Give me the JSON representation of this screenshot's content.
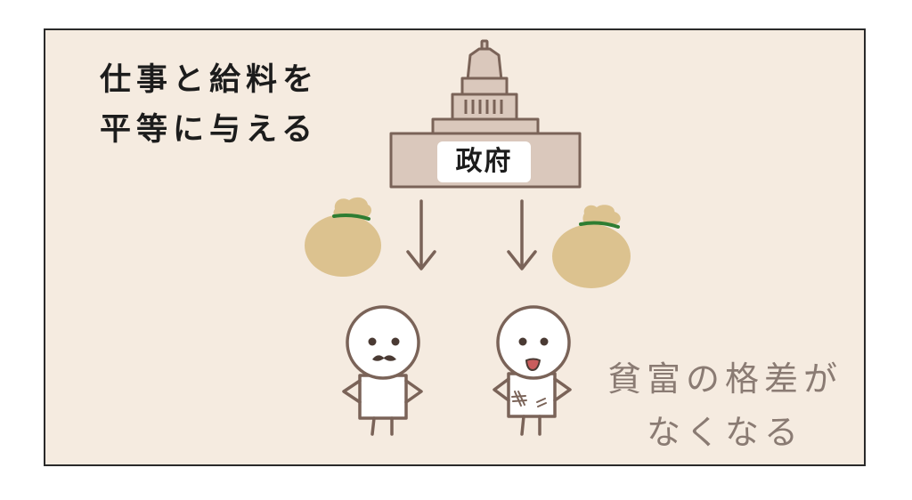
{
  "caption_top_left": {
    "line1": "仕事と給料を",
    "line2": "平等に与える"
  },
  "government_label": "政府",
  "caption_bottom_right": {
    "line1": "貧富の格差が",
    "line2": "なくなる"
  },
  "colors": {
    "panel_background": "#f5ebe0",
    "building_fill": "#dac8bc",
    "outline_brown": "#7a6358",
    "money_bag": "#dcc28f",
    "bag_tie_green": "#2e7d32",
    "caption_gray": "#8a7b73"
  },
  "icons": [
    "government-building-icon",
    "money-bag-icon",
    "down-arrow-icon",
    "mustache-person-icon",
    "happy-person-icon"
  ]
}
